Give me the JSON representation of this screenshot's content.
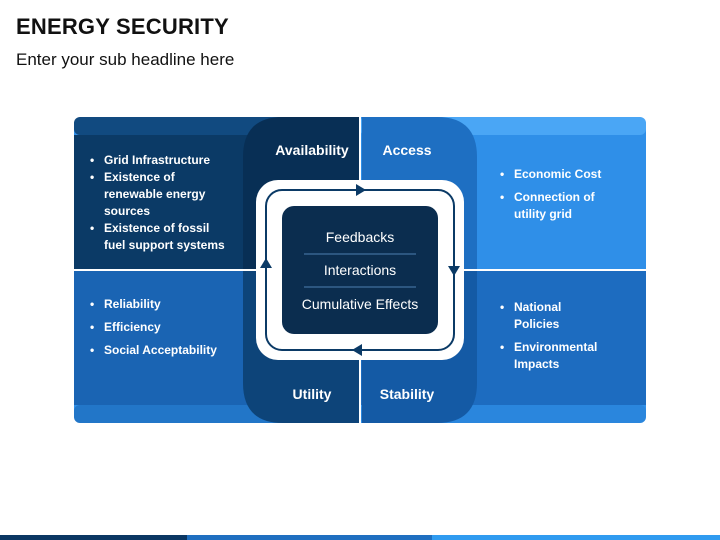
{
  "header": {
    "title": "ENERGY SECURITY",
    "subtitle": "Enter your sub headline here"
  },
  "quadrants": {
    "availability": {
      "label": "Availability",
      "items": [
        "Grid Infrastructure",
        "Existence of renewable energy sources",
        "Existence of fossil fuel support systems"
      ]
    },
    "access": {
      "label": "Access",
      "items": [
        "Economic Cost",
        "Connection of utility grid"
      ]
    },
    "utility": {
      "label": "Utility",
      "items": [
        "Reliability",
        "Efficiency",
        "Social Acceptability"
      ]
    },
    "stability": {
      "label": "Stability",
      "items": [
        "National Policies",
        "Environmental Impacts"
      ]
    }
  },
  "center": {
    "items": [
      "Feedbacks",
      "Interactions",
      "Cumulative Effects"
    ]
  },
  "colors": {
    "dark_navy": "#0b3a66",
    "navy": "#114a80",
    "mid_blue": "#1e6fc2",
    "bright_blue": "#2f8fe8",
    "light_blue": "#4aa6f5",
    "center_box": "#0b2d4f"
  }
}
